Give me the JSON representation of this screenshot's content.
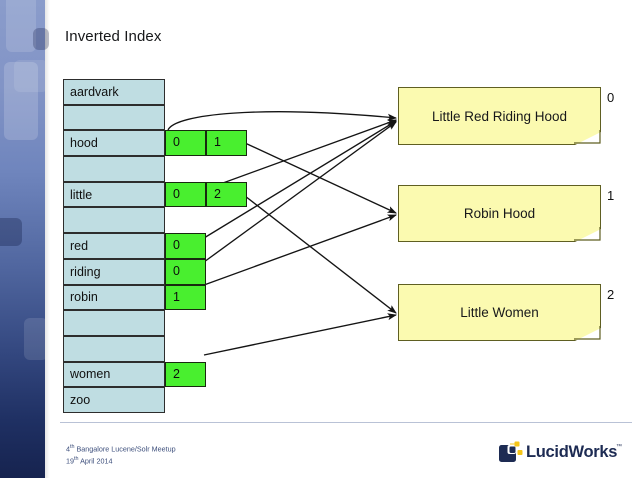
{
  "slide": {
    "title": "Inverted Index",
    "background_color": "#ffffff",
    "accent_band_top_color": "#8a9ccb",
    "accent_band_bottom_color": "#16234f"
  },
  "index_table": {
    "term_cell_color": "#bfdde2",
    "posting_cell_color": "#49ef2f",
    "rows": [
      {
        "term": "aardvark",
        "postings": []
      },
      {
        "term": "",
        "postings": []
      },
      {
        "term": "hood",
        "postings": [
          "0",
          "1"
        ]
      },
      {
        "term": "",
        "postings": []
      },
      {
        "term": "little",
        "postings": [
          "0",
          "2"
        ]
      },
      {
        "term": "",
        "postings": []
      },
      {
        "term": "red",
        "postings": [
          "0"
        ]
      },
      {
        "term": "riding",
        "postings": [
          "0"
        ]
      },
      {
        "term": "robin",
        "postings": [
          "1"
        ]
      },
      {
        "term": "",
        "postings": []
      },
      {
        "term": "",
        "postings": []
      },
      {
        "term": "women",
        "postings": [
          "2"
        ]
      },
      {
        "term": "zoo",
        "postings": []
      }
    ]
  },
  "documents": {
    "fill_color": "#fbfab0",
    "items": [
      {
        "id": "0",
        "title": "Little Red Riding Hood"
      },
      {
        "id": "1",
        "title": "Robin Hood"
      },
      {
        "id": "2",
        "title": "Little Women"
      }
    ]
  },
  "footer": {
    "line1_prefix": "4",
    "line1_sup": "th",
    "line1_rest": " Bangalore Lucene/Solr Meetup",
    "line2_prefix": "19",
    "line2_sup": "th",
    "line2_rest": " April 2014",
    "logo_text": "LucidWorks",
    "logo_tm": "™",
    "logo_color": "#1d2b53",
    "logo_accent_color": "#f5c518"
  }
}
